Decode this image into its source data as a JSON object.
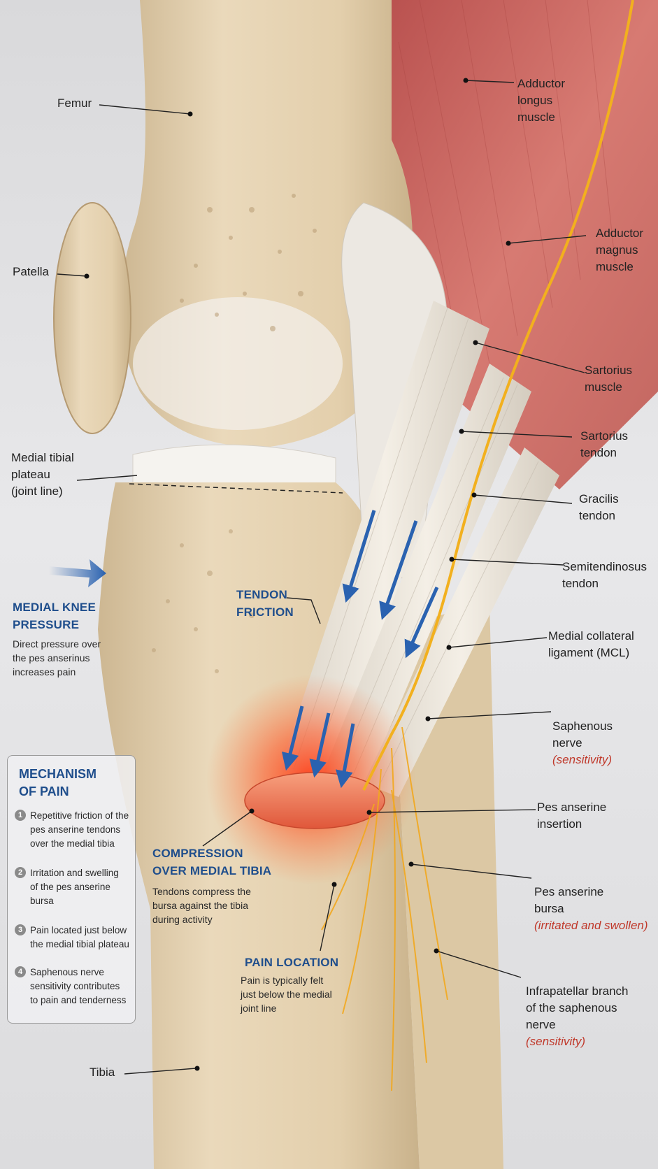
{
  "labels": {
    "femur": "Femur",
    "patella": "Patella",
    "medial_tibial_plateau": "Medial tibial\nplateau\n(joint line)",
    "tibia": "Tibia",
    "adductor_longus": "Adductor\nlongus\nmuscle",
    "adductor_magnus": "Adductor\nmagnus\nmuscle",
    "sartorius_muscle": "Sartorius\nmuscle",
    "sartorius_tendon": "Sartorius\ntendon",
    "gracilis_tendon": "Gracilis\ntendon",
    "semitendinosus_tendon": "Semitendinosus\ntendon",
    "mcl": "Medial collateral\nligament (MCL)",
    "saphenous_nerve": "Saphenous\nnerve",
    "saphenous_nerve_note": "(sensitivity)",
    "pes_anserine_insertion": "Pes anserine\ninsertion",
    "pes_anserine_bursa": "Pes anserine\nbursa",
    "pes_anserine_bursa_note": "(irritated and swollen)",
    "infrapatellar_branch": "Infrapatellar branch\nof the saphenous\nnerve",
    "infrapatellar_branch_note": "(sensitivity)"
  },
  "callouts": {
    "medial_knee_pressure": {
      "title": "MEDIAL KNEE\nPRESSURE",
      "text": "Direct pressure over\nthe pes anserinus\nincreases pain"
    },
    "tendon_friction": {
      "title": "TENDON\nFRICTION"
    },
    "compression": {
      "title": "COMPRESSION\nOVER MEDIAL TIBIA",
      "text": "Tendons compress the\nbursa against the tibia\nduring activity"
    },
    "pain_location": {
      "title": "PAIN LOCATION",
      "text": "Pain is typically felt\njust below the medial\njoint line"
    }
  },
  "mechanism": {
    "title": "MECHANISM\nOF PAIN",
    "steps": [
      {
        "num": "1",
        "text": "Repetitive friction of the\npes anserine tendons\nover the medial tibia"
      },
      {
        "num": "2",
        "text": "Irritation and swelling\nof the pes anserine\nbursa"
      },
      {
        "num": "3",
        "text": "Pain located just below\nthe medial tibial plateau"
      },
      {
        "num": "4",
        "text": "Saphenous nerve\nsensitivity contributes\nto pain and tenderness"
      }
    ]
  },
  "colors": {
    "bone": "#e6d3b3",
    "muscle": "#c9605d",
    "tendon": "#ece6dc",
    "nerve": "#f2b01e",
    "inflammation": "#ff4a1f",
    "arrow": "#2a62b0",
    "heading": "#1f4e8c",
    "note": "#c0392b"
  }
}
